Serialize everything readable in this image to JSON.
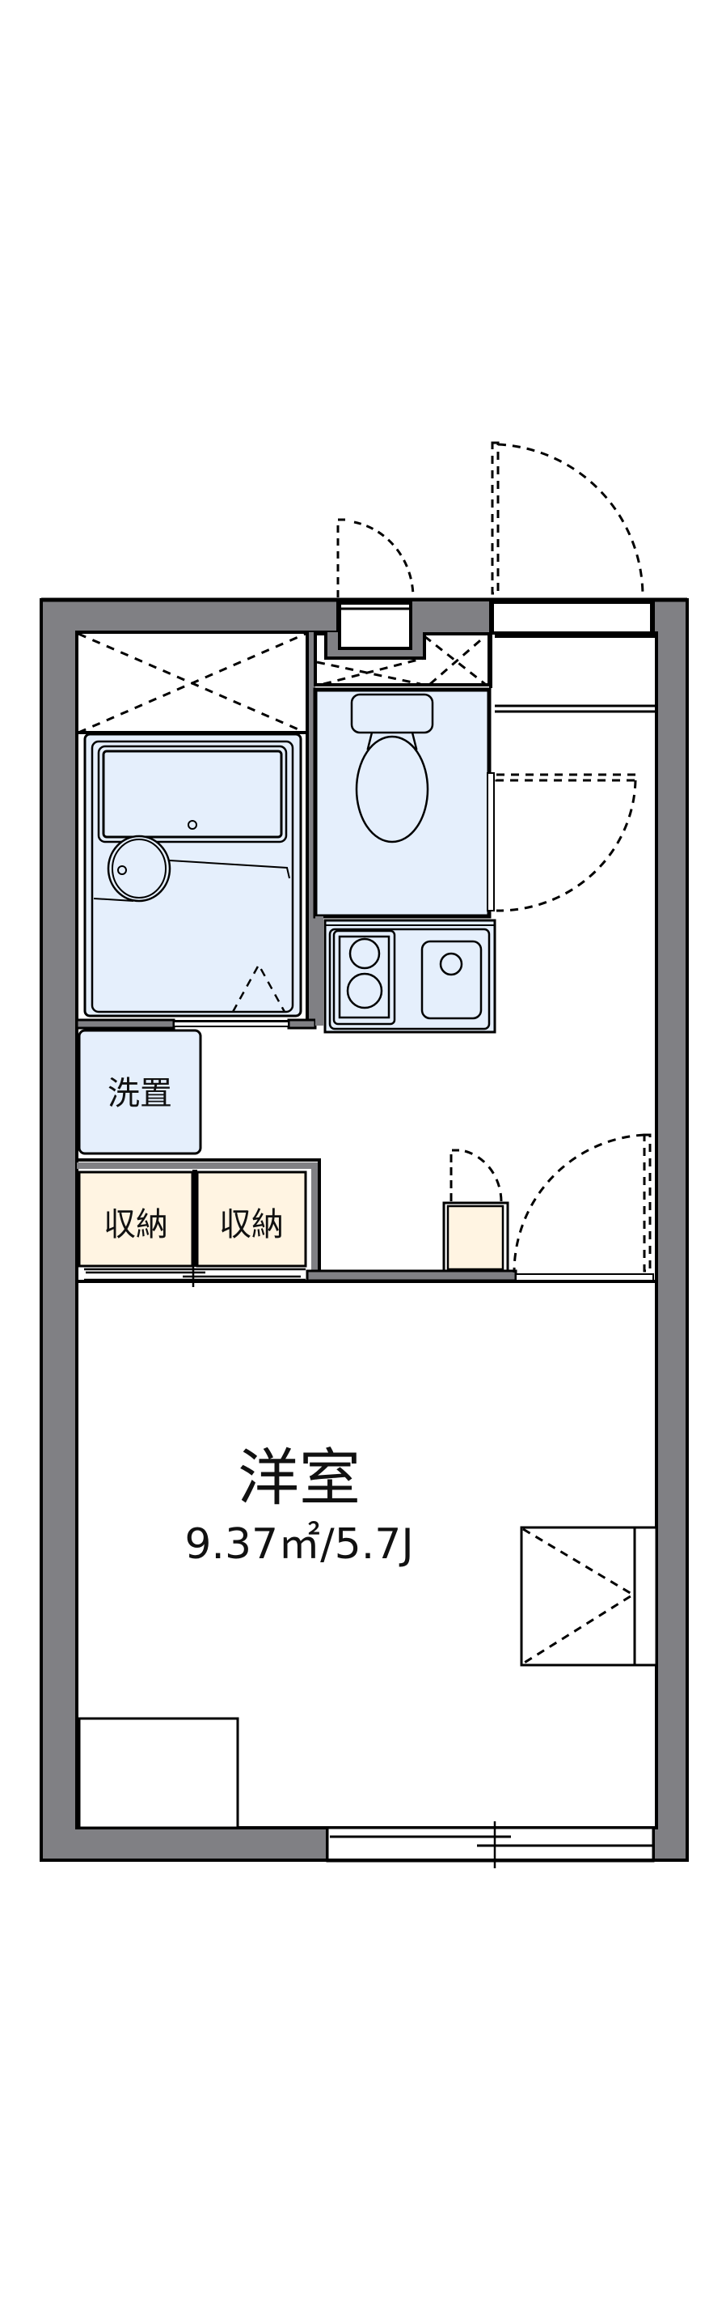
{
  "floor_plan": {
    "type": "1K apartment floor plan",
    "colors": {
      "wall": "#808084",
      "wet_area": "#e5effc",
      "storage": "#fff4e2",
      "line": "#000000",
      "background": "#ffffff"
    },
    "rooms": {
      "washer": {
        "label": "洗置"
      },
      "storage_1": {
        "label": "収納"
      },
      "storage_2": {
        "label": "収納"
      },
      "western_room": {
        "label": "洋室",
        "area": "9.37㎡/5.7J"
      }
    },
    "fixtures": [
      "bathtub-unit",
      "toilet",
      "kitchen-stove",
      "kitchen-sink",
      "shoe-cabinet",
      "air-conditioner-unit",
      "desk"
    ]
  }
}
